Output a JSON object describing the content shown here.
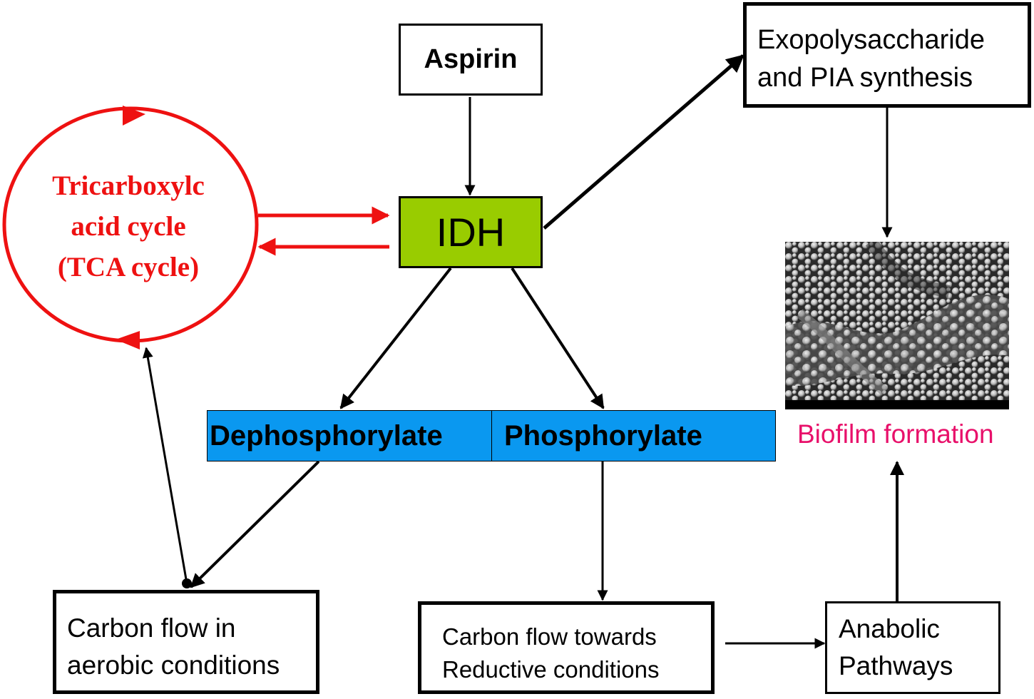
{
  "nodes": {
    "aspirin": "Aspirin",
    "idh": "IDH",
    "exopolysaccharide": [
      "Exopolysaccharide",
      "and PIA synthesis"
    ],
    "tca_cycle": [
      "Tricarboxylc",
      "acid cycle",
      "(TCA cycle)"
    ],
    "dephosphorylate": "Dephosphorylate",
    "phosphorylate": "Phosphorylate",
    "biofilm_formation": "Biofilm formation",
    "carbon_aerobic": [
      "Carbon flow in",
      "aerobic conditions"
    ],
    "carbon_reductive": [
      "Carbon flow towards",
      "Reductive conditions"
    ],
    "anabolic": [
      "Anabolic",
      "Pathways"
    ]
  },
  "colors": {
    "idh_fill": "#99cc00",
    "phosphorylation_fill": "#0a98f0",
    "tca_red": "#ee1111",
    "biofilm_label": "#e8106a"
  }
}
